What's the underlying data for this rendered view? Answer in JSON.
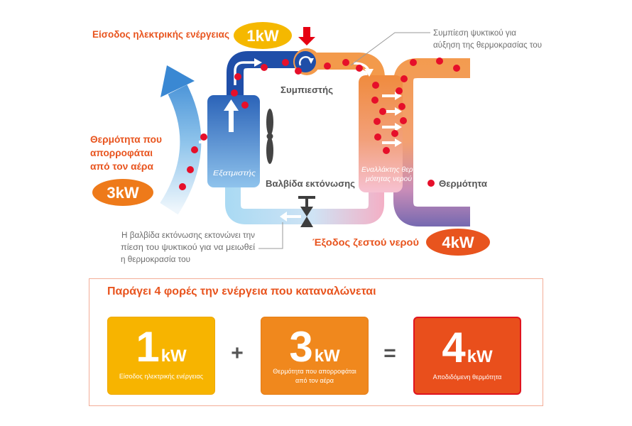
{
  "diagram": {
    "electric_input": {
      "label": "Είσοδος ηλεκτρικής ενέργειας",
      "value": "1kW"
    },
    "compressor": {
      "label": "Συμπιεστής",
      "note": [
        "Συμπίεση ψυκτικού για",
        "αύξηση της θερμοκρασίας του"
      ]
    },
    "air_heat": {
      "label": [
        "Θερμότητα που",
        "απορροφάται",
        "από τον αέρα"
      ],
      "value": "3kW"
    },
    "evaporator": {
      "label": "Εξατμιστής"
    },
    "expansion_valve": {
      "label": "Βαλβίδα εκτόνωσης",
      "note": [
        "Η βαλβίδα εκτόνωσης εκτονώνει την",
        "πίεση του ψυκτικού για να μειωθεί",
        "η θερμοκρασία του"
      ]
    },
    "heat_exchanger": {
      "label": [
        "Εναλλάκτης θερ-",
        "μότητας νερού"
      ]
    },
    "hot_water_output": {
      "label": "Έξοδος ζεστού νερού",
      "value": "4kW"
    },
    "legend": {
      "heat": "Θερμότητα"
    }
  },
  "summary": {
    "title": "Παράγει 4 φορές την ενέργεια που καταναλώνεται",
    "cards": [
      {
        "value": "1",
        "unit": "kW",
        "label_lines": [
          "Είσοδος ηλεκτρικής ενέργειας"
        ]
      },
      {
        "value": "3",
        "unit": "kW",
        "label_lines": [
          "Θερμότητα που απορροφάται",
          "από τον αέρα"
        ]
      },
      {
        "value": "4",
        "unit": "kW",
        "label_lines": [
          "Αποδιδόμενη θερμότητα"
        ]
      }
    ],
    "operators": {
      "plus": "+",
      "equals": "="
    }
  },
  "colors": {
    "accent_orange": "#e8541e",
    "input_yellow": "#f5b800",
    "air_orange": "#ee7a1a",
    "output_red": "#e94f1c",
    "heat_dot": "#e60f2a",
    "refrigerant_blue": "#1f4ea8"
  },
  "icons": [
    "compressor-icon",
    "fan-icon",
    "expansion-valve-icon",
    "power-input-arrow-icon",
    "air-flow-arrow-icon"
  ]
}
